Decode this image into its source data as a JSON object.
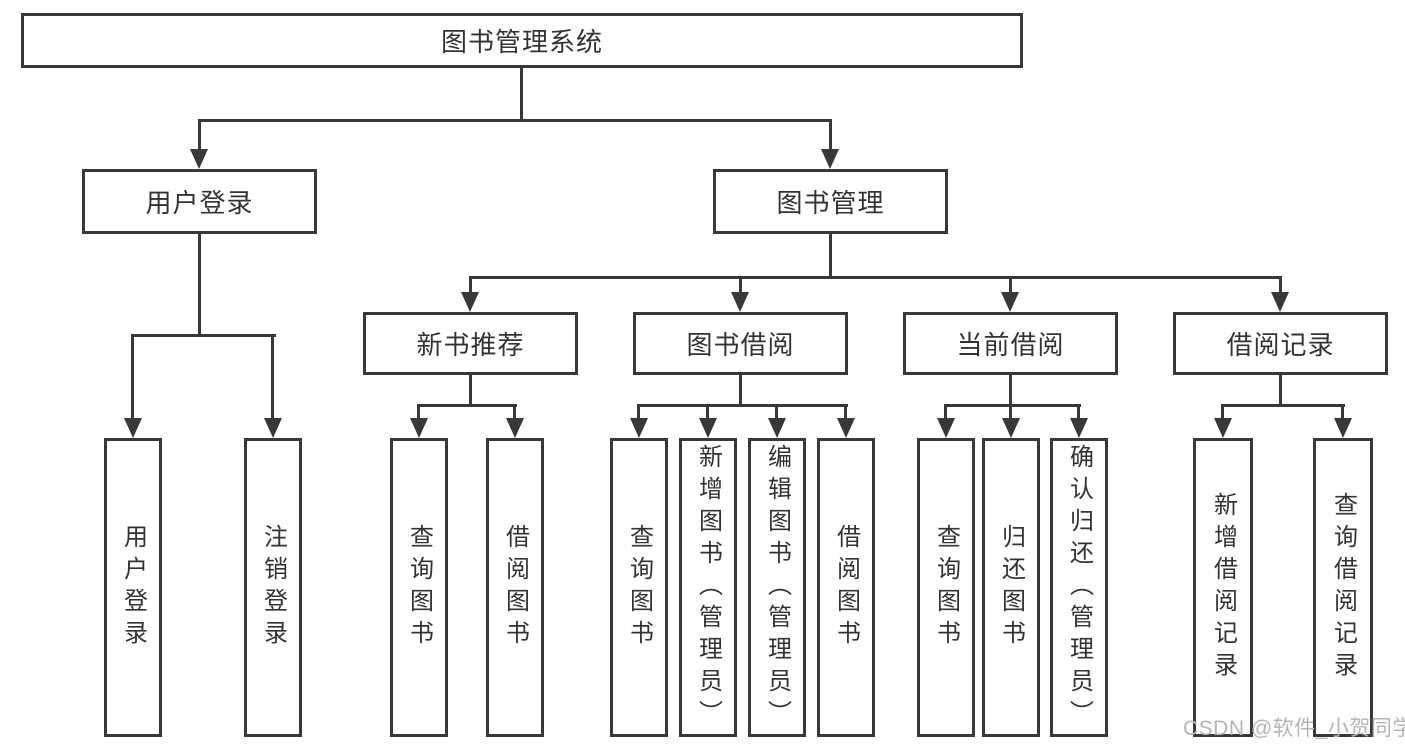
{
  "diagram_title": "图书管理系统",
  "colors": {
    "line": "#383838",
    "text": "#333333",
    "background": "#ffffff",
    "watermark": "#b5b5b5"
  },
  "tree": {
    "root": "图书管理系统",
    "children": [
      {
        "label": "用户登录",
        "children": [
          "用户登录",
          "注销登录"
        ]
      },
      {
        "label": "图书管理",
        "children": [
          {
            "label": "新书推荐",
            "children": [
              "查询图书",
              "借阅图书"
            ]
          },
          {
            "label": "图书借阅",
            "children": [
              "查询图书",
              "新增图书（管理员）",
              "编辑图书（管理员）",
              "借阅图书"
            ]
          },
          {
            "label": "当前借阅",
            "children": [
              "查询图书",
              "归还图书",
              "确认归还（管理员）"
            ]
          },
          {
            "label": "借阅记录",
            "children": [
              "新增借阅记录",
              "查询借阅记录"
            ]
          }
        ]
      }
    ]
  },
  "watermark": {
    "text": "CSDN @软件_小贺同学"
  }
}
